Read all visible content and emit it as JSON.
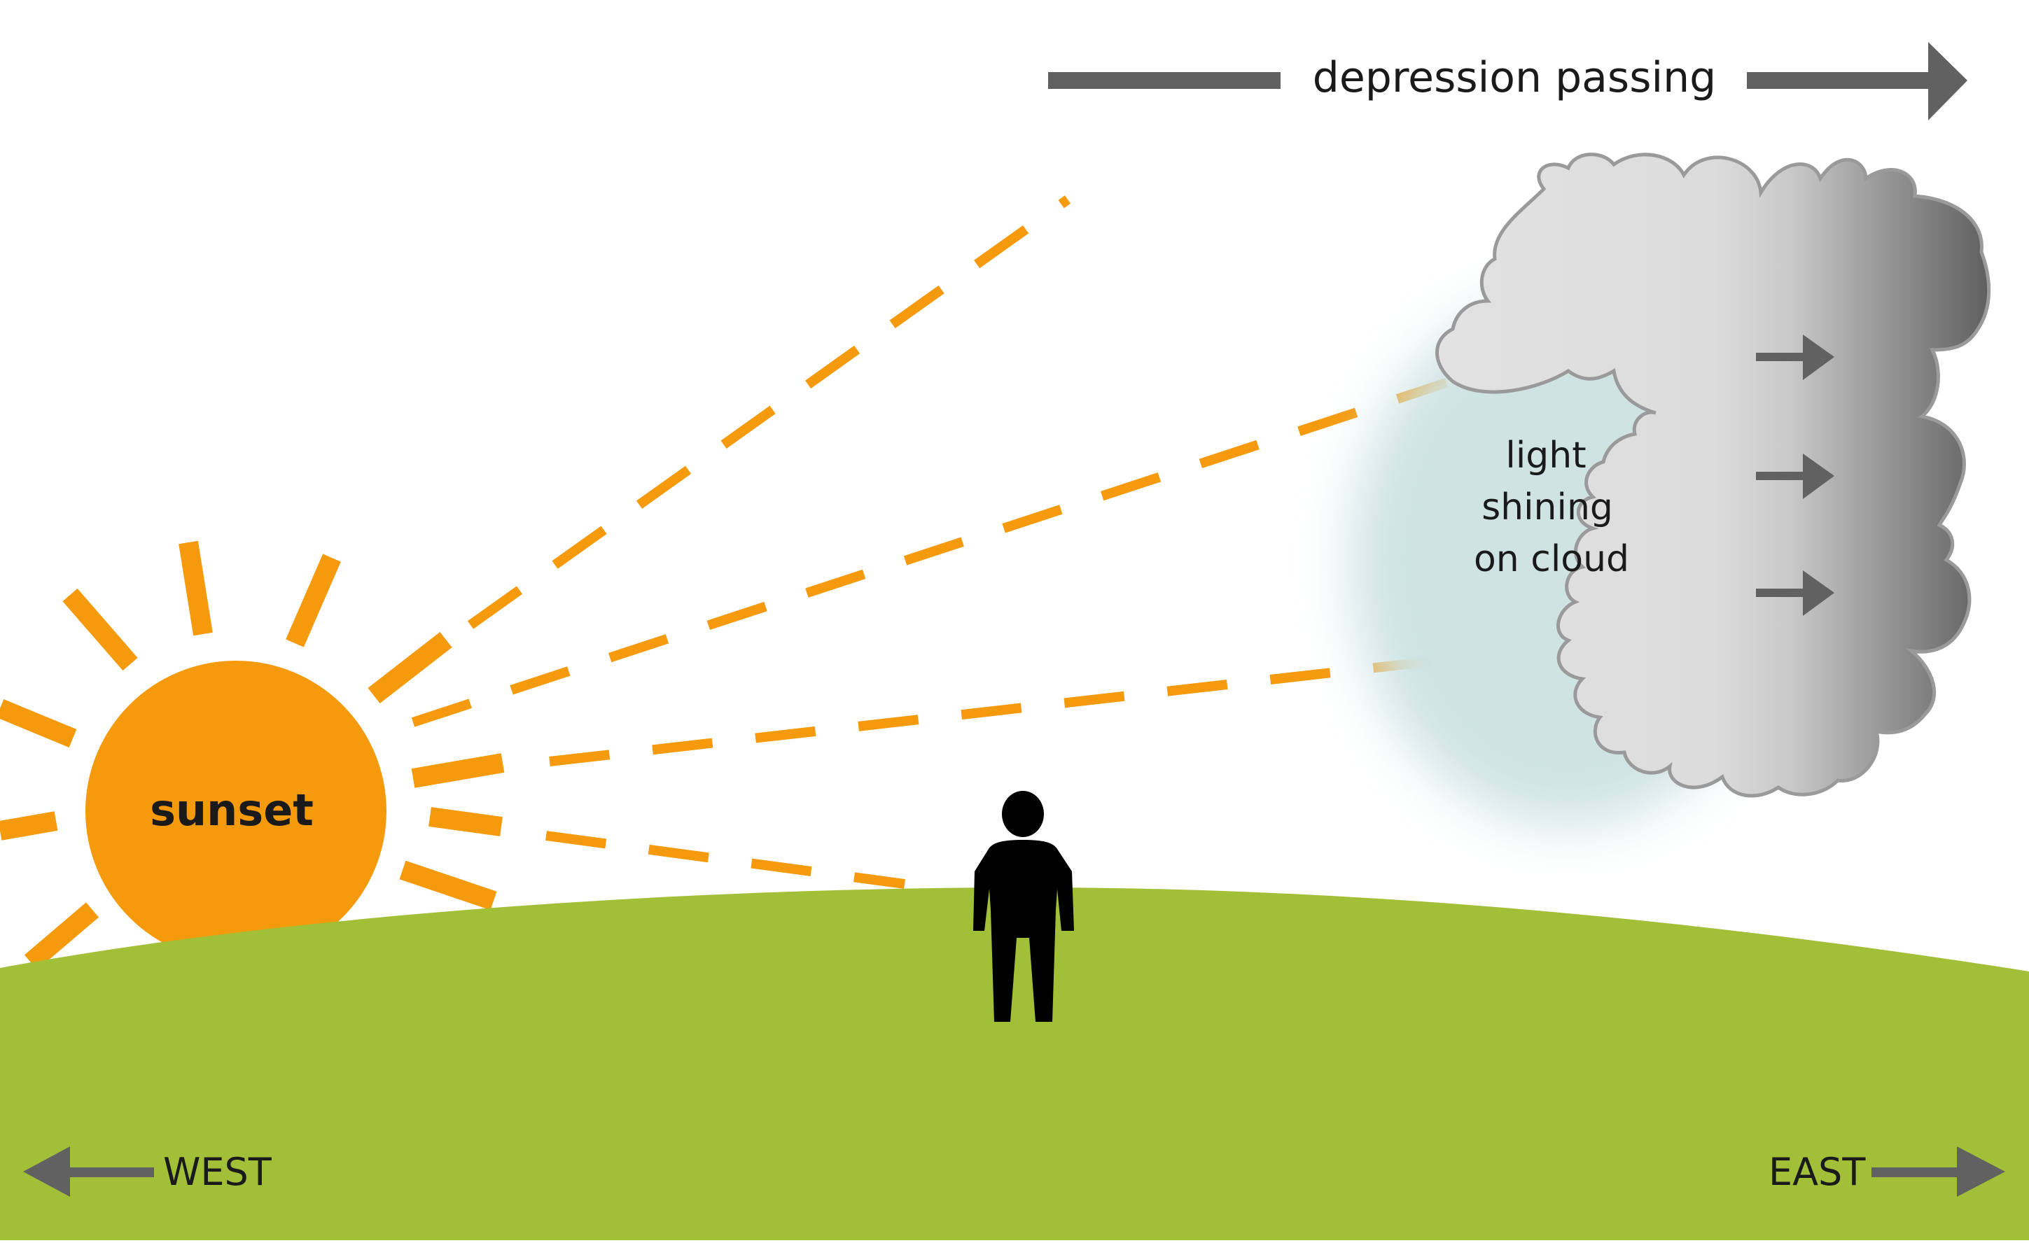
{
  "labels": {
    "depression": "depression passing",
    "sun": "sunset",
    "cloud_line1": "light",
    "cloud_line2": "shining",
    "cloud_line3": "on cloud",
    "west": "WEST",
    "east": "EAST"
  },
  "colors": {
    "sun": "#f59a0c",
    "rays": "#f59a0c",
    "ground": "#a2c037",
    "arrow": "#616161",
    "cloud_light": "#e2e2e2",
    "cloud_dark": "#5f5f5f",
    "cloud_outline": "#9a9a9a",
    "glow": "#cfe3e3",
    "person": "#000000",
    "text": "#1a1a1a"
  },
  "icons": {
    "sun": "sun-icon",
    "cloud": "cloud-icon",
    "person": "person-icon",
    "arrow": "right-arrow-icon"
  }
}
